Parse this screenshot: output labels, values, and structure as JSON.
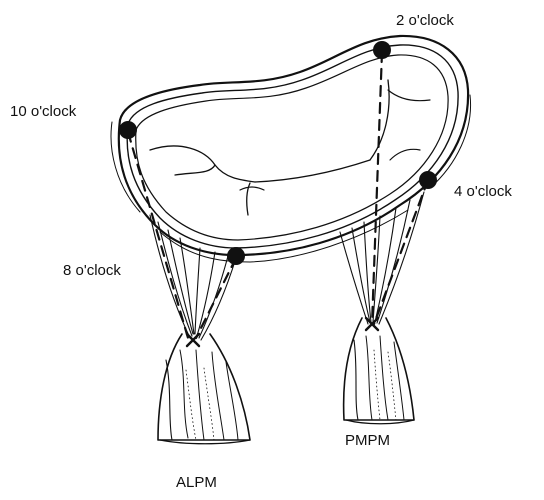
{
  "labels": {
    "two_oclock": "2 o'clock",
    "ten_oclock": "10 o'clock",
    "four_oclock": "4 o'clock",
    "eight_oclock": "8 o'clock",
    "alpm": "ALPM",
    "pmpm": "PMPM"
  },
  "colors": {
    "ink": "#111111",
    "background": "#ffffff"
  }
}
